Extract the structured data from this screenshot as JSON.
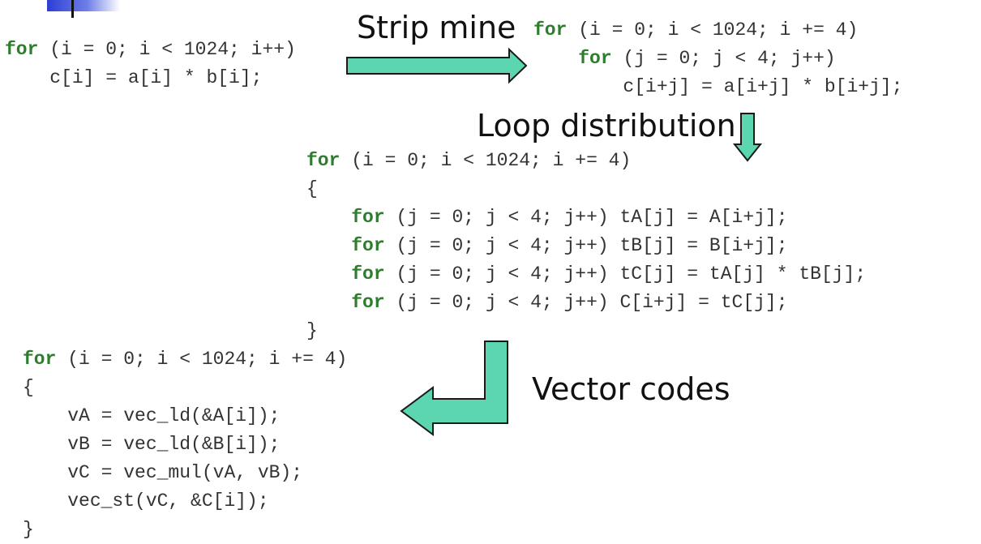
{
  "captions": {
    "strip_mine": "Strip mine",
    "loop_distribution": "Loop distribution",
    "vector_codes": "Vector codes"
  },
  "colors": {
    "arrow_fill": "#5bd6b0",
    "arrow_stroke": "#1a1a1a",
    "keyword": "#2e7d2e",
    "code_text": "#333333",
    "operator": "#9a9a9a",
    "logo_blue": "#2b3fd6"
  },
  "code_blocks": {
    "original": [
      {
        "kw": "for",
        "rest": " (i = 0; i < 1024; i++)"
      },
      {
        "kw": "",
        "rest": "    c[i] = a[i] * b[i];"
      }
    ],
    "strip_mined": [
      {
        "kw": "for",
        "rest": " (i = 0; i < 1024; i += 4)"
      },
      {
        "indent": "    ",
        "kw": "for",
        "rest": " (j = 0; j < 4; j++)"
      },
      {
        "kw": "",
        "rest": "        c[i+j] = a[i+j] * b[i+j];"
      }
    ],
    "distributed": [
      {
        "kw": "for",
        "rest": " (i = 0; i < 1024; i += 4)"
      },
      {
        "kw": "",
        "rest": "{"
      },
      {
        "indent": "    ",
        "kw": "for",
        "rest": " (j = 0; j < 4; j++) tA[j] = A[i+j];"
      },
      {
        "indent": "    ",
        "kw": "for",
        "rest": " (j = 0; j < 4; j++) tB[j] = B[i+j];"
      },
      {
        "indent": "    ",
        "kw": "for",
        "rest": " (j = 0; j < 4; j++) tC[j] = tA[j] * tB[j];"
      },
      {
        "indent": "    ",
        "kw": "for",
        "rest": " (j = 0; j < 4; j++) C[i+j] = tC[j];"
      },
      {
        "kw": "",
        "rest": "}"
      }
    ],
    "vectorized": [
      {
        "kw": "for",
        "rest": " (i = 0; i < 1024; i += 4)"
      },
      {
        "kw": "",
        "rest": "{"
      },
      {
        "kw": "",
        "rest": "    vA = vec_ld(&A[i]);"
      },
      {
        "kw": "",
        "rest": "    vB = vec_ld(&B[i]);"
      },
      {
        "kw": "",
        "rest": "    vC = vec_mul(vA, vB);"
      },
      {
        "kw": "",
        "rest": "    vec_st(vC, &C[i]);"
      },
      {
        "kw": "",
        "rest": "}"
      }
    ]
  }
}
